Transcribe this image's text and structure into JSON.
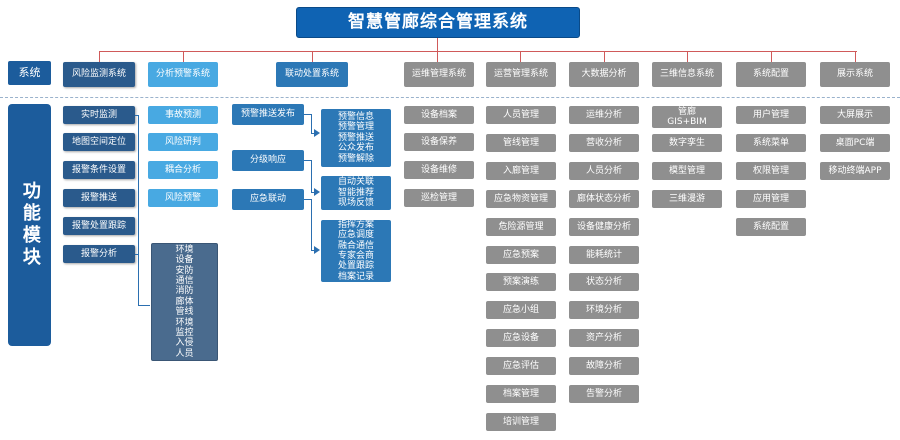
{
  "title": "智慧管廊综合管理系统",
  "labels": {
    "system": "系统",
    "modules": "功能模块"
  },
  "systems": [
    "风险监测系统",
    "分析预警系统",
    "联动处置系统",
    "运维管理系统",
    "运营管理系统",
    "大数据分析",
    "三维信息系统",
    "系统配置",
    "展示系统"
  ],
  "risk_monitoring": [
    "实时监测",
    "地图空间定位",
    "报警条件设置",
    "报警推送",
    "报警处置跟踪",
    "报警分析"
  ],
  "risk_categories": [
    "环境",
    "设备",
    "安防",
    "通信",
    "消防",
    "廊体",
    "管线",
    "环境",
    "监控",
    "入侵",
    "人员"
  ],
  "analysis_warning": [
    "事故预测",
    "风险研判",
    "耦合分析",
    "风险预警"
  ],
  "linkage": [
    "预警推送发布",
    "分级响应",
    "应急联动"
  ],
  "linkage_push": [
    "预警信息",
    "预警管理",
    "预警推送",
    "公众发布",
    "预警解除"
  ],
  "linkage_response": [
    "自动关联",
    "智能推荐",
    "现场反馈"
  ],
  "linkage_emergency": [
    "指挥方案",
    "应急调度",
    "融合通信",
    "专家会商",
    "处置跟踪",
    "档案记录"
  ],
  "ops_mgmt": [
    "设备档案",
    "设备保养",
    "设备维修",
    "巡检管理"
  ],
  "operation_mgmt": [
    "人员管理",
    "管线管理",
    "入廊管理",
    "应急物资管理",
    "危险源管理",
    "应急预案",
    "预案演练",
    "应急小组",
    "应急设备",
    "应急评估",
    "档案管理",
    "培训管理"
  ],
  "big_data": [
    "运维分析",
    "营收分析",
    "人员分析",
    "廊体状态分析",
    "设备健康分析",
    "能耗统计",
    "状态分析",
    "环境分析",
    "资产分析",
    "故障分析",
    "告警分析"
  ],
  "three_d": [
    "管廊\nGIS+BIM",
    "数字孪生",
    "模型管理",
    "三维漫游"
  ],
  "config": [
    "用户管理",
    "系统菜单",
    "权限管理",
    "应用管理",
    "系统配置"
  ],
  "display": [
    "大屏展示",
    "桌面PC端",
    "移动终端APP"
  ]
}
